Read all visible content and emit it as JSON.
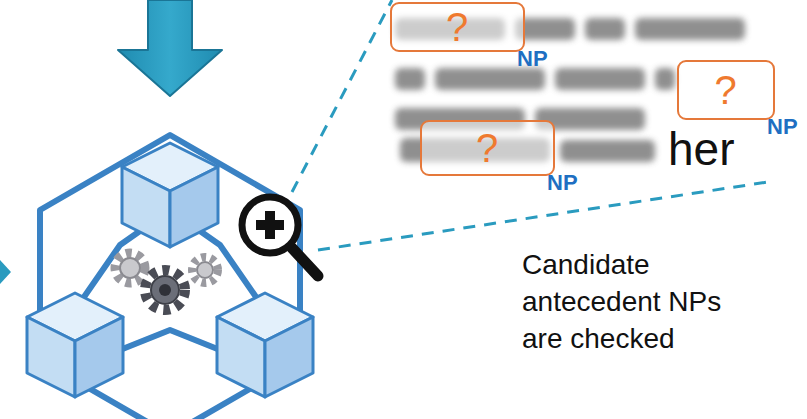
{
  "diagram": {
    "nodes": [
      {
        "text": [
          "?",
          "NP"
        ]
      },
      {
        "text": [
          "?",
          "NP"
        ]
      },
      {
        "text": [
          "?",
          "NP"
        ]
      }
    ],
    "labels": [
      "her",
      "Candidate antecedent NPs are checked"
    ]
  }
}
